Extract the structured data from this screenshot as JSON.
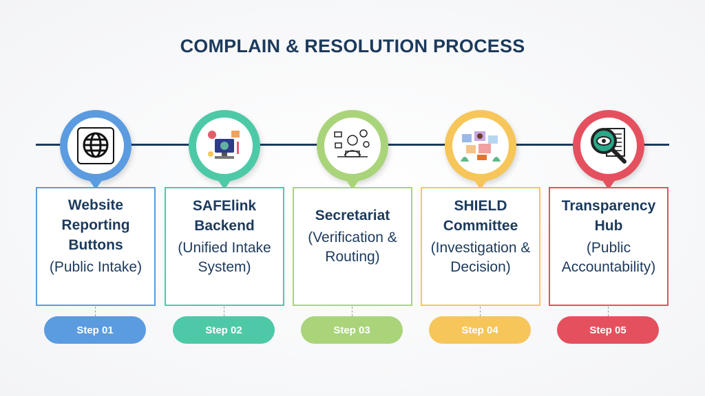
{
  "title": "COMPLAIN & RESOLUTION PROCESS",
  "steps": [
    {
      "heading": "Website Reporting Buttons",
      "sub": "(Public Intake)",
      "label": "Step 01",
      "color": "#5b9be0",
      "icon": "globe-icon"
    },
    {
      "heading": "SAFElink Backend",
      "sub": "(Unified Intake System)",
      "label": "Step 02",
      "color": "#4ec9a8",
      "icon": "computer-icon"
    },
    {
      "heading": "Secretariat",
      "sub": "(Verification & Routing)",
      "label": "Step 03",
      "color": "#a9d47a",
      "icon": "person-desk-icon"
    },
    {
      "heading": "SHIELD Committee",
      "sub": "(Investigation & Decision)",
      "label": "Step 04",
      "color": "#f6c65a",
      "icon": "video-meeting-icon"
    },
    {
      "heading": "Transparency Hub",
      "sub": "(Public Accountability)",
      "label": "Step 05",
      "color": "#e5505f",
      "icon": "magnifier-eye-icon"
    }
  ]
}
